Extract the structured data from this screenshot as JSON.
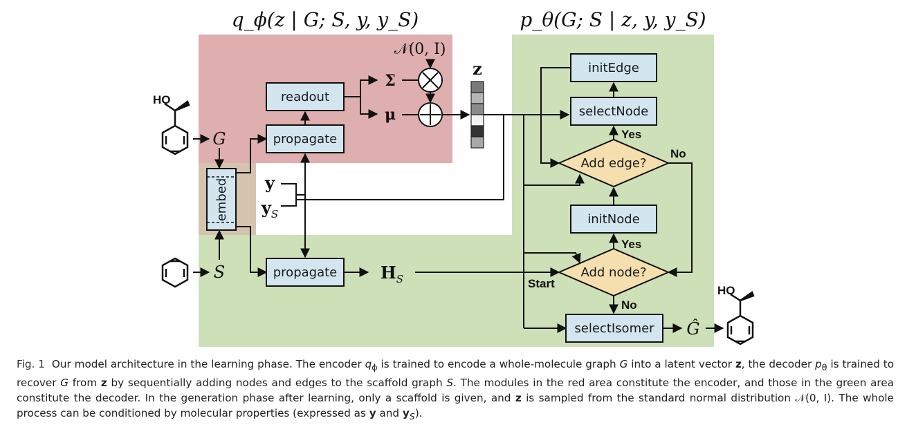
{
  "encoder_title": "q_ϕ(z | G; S, y, y_S)",
  "decoder_title": "p_θ(G; S | z, y, y_S)",
  "noise_label": "𝒩(0, I)",
  "latent_label": "z",
  "sigma_label": "Σ",
  "mu_label": "μ",
  "input_G": "G",
  "input_S": "S",
  "y_label": "y",
  "yS_label": "y_S",
  "HS_label": "H_S",
  "Ghat_label": "Ĝ",
  "mol_label": "HO",
  "boxes": {
    "readout": "readout",
    "propagate_top": "propagate",
    "propagate_bottom": "propagate",
    "embed": "embed",
    "initEdge": "initEdge",
    "selectNode": "selectNode",
    "initNode": "initNode",
    "selectIsomer": "selectIsomer"
  },
  "decisions": {
    "add_edge": "Add edge?",
    "add_node": "Add node?"
  },
  "branch_labels": {
    "yes1": "Yes",
    "yes2": "Yes",
    "no1": "No",
    "no2": "No",
    "start": "Start"
  },
  "colors": {
    "encoder_area": "#dfaeae",
    "decoder_area": "#cde0b8",
    "overlap_area": "#d6c3ad",
    "box_fill": "#d3e6ef",
    "diamond_fill": "#f6dfae"
  },
  "caption": {
    "fig_label": "Fig. 1",
    "t1": "Our model architecture in the learning phase. The encoder ",
    "q_sym": "q",
    "q_sub": "ϕ",
    "t2": " is trained to encode a whole-molecule graph ",
    "G": "G",
    "t3": " into a latent vector ",
    "z1": "z",
    "t4": ", the decoder ",
    "p_sym": "p",
    "p_sub": "θ",
    "t5": " is trained to recover ",
    "G2": "G",
    "t6": " from ",
    "z2": "z",
    "t7": " by sequentially adding nodes and edges to the scaffold graph ",
    "S": "S",
    "t8": ". The modules in the red area constitute the encoder, and those in the green area constitute the decoder. In the generation phase after learning, only a scaffold is given, and ",
    "z3": "z",
    "t9": " is sampled from the standard normal distribution ",
    "N": "𝒩(0, I)",
    "t10": ". The whole process can be conditioned by molecular properties (expressed as ",
    "y": "y",
    "t11": " and ",
    "yS": "y",
    "yS_sub": "S",
    "t12": ")."
  }
}
